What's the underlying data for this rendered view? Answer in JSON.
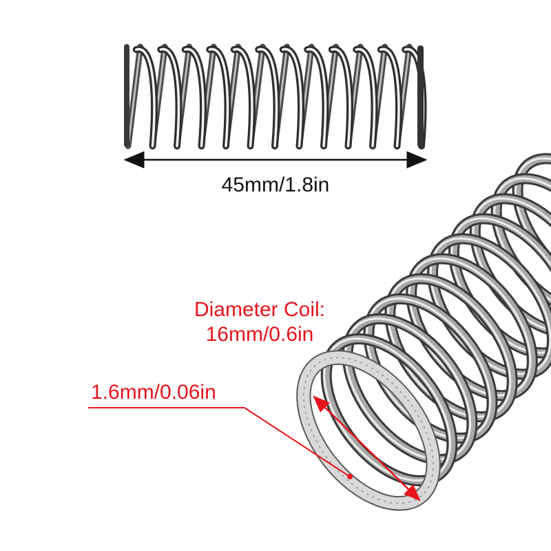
{
  "product": {
    "length_label": "45mm/1.8in",
    "coil_diameter_label_line1": "Diameter Coil:",
    "coil_diameter_label_line2": "16mm/0.6in",
    "wire_diameter_label": "1.6mm/0.06in"
  },
  "colors": {
    "background": "#ffffff",
    "annotation_red": "#e8141b",
    "dimension_black": "#111111",
    "spring_steel_dark": "#3a3a3a",
    "spring_steel_mid": "#8a8a8a",
    "spring_steel_light": "#e6e6e6"
  },
  "icons": {
    "spring_top": "compression-spring-side-view",
    "spring_bottom": "compression-spring-perspective-view"
  }
}
